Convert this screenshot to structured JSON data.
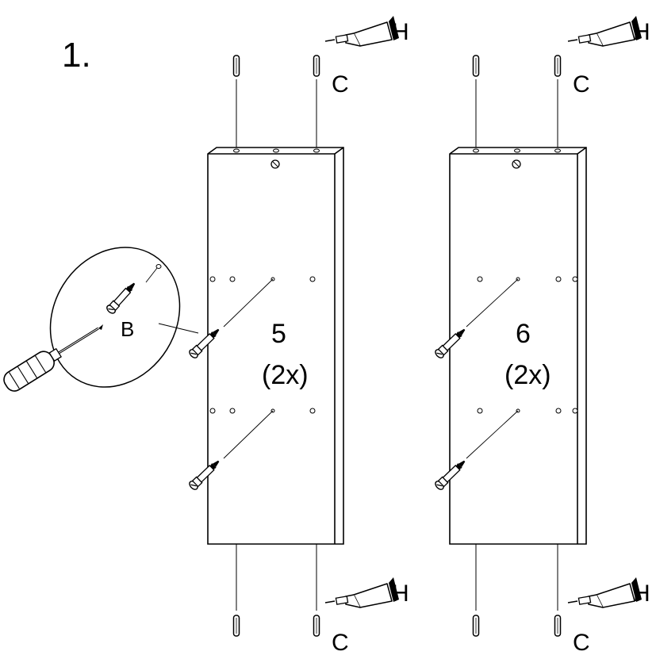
{
  "step": {
    "number": "1."
  },
  "panels": [
    {
      "label": "5",
      "qty": "(2x)"
    },
    {
      "label": "6",
      "qty": "(2x)"
    }
  ],
  "parts": {
    "dowel": "C",
    "glue": "H",
    "cam_bolt": "B"
  },
  "colors": {
    "line": "#000000",
    "background": "#ffffff",
    "fill": "#ffffff"
  }
}
